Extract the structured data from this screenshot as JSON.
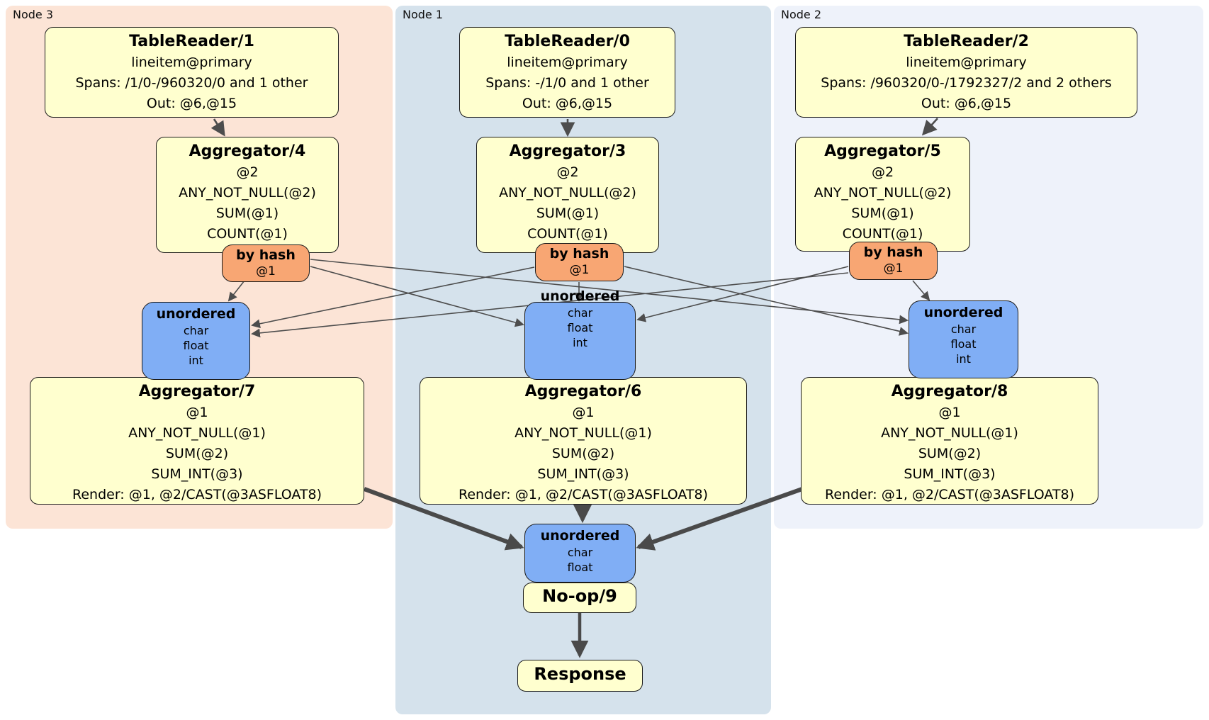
{
  "regions": {
    "node3": {
      "label": "Node 3"
    },
    "node1": {
      "label": "Node 1"
    },
    "node2": {
      "label": "Node 2"
    }
  },
  "processors": {
    "tablereader1": {
      "title": "TableReader/1",
      "lines": [
        "lineitem@primary",
        "Spans: /1/0-/960320/0 and 1 other",
        "Out: @6,@15"
      ]
    },
    "tablereader0": {
      "title": "TableReader/0",
      "lines": [
        "lineitem@primary",
        "Spans: -/1/0 and 1 other",
        "Out: @6,@15"
      ]
    },
    "tablereader2": {
      "title": "TableReader/2",
      "lines": [
        "lineitem@primary",
        "Spans: /960320/0-/1792327/2 and 2 others",
        "Out: @6,@15"
      ]
    },
    "aggregator4": {
      "title": "Aggregator/4",
      "lines": [
        "@2",
        "ANY_NOT_NULL(@2)",
        "SUM(@1)",
        "COUNT(@1)"
      ]
    },
    "aggregator3": {
      "title": "Aggregator/3",
      "lines": [
        "@2",
        "ANY_NOT_NULL(@2)",
        "SUM(@1)",
        "COUNT(@1)"
      ]
    },
    "aggregator5": {
      "title": "Aggregator/5",
      "lines": [
        "@2",
        "ANY_NOT_NULL(@2)",
        "SUM(@1)",
        "COUNT(@1)"
      ]
    },
    "aggregator7": {
      "title": "Aggregator/7",
      "lines": [
        "@1",
        "ANY_NOT_NULL(@1)",
        "SUM(@2)",
        "SUM_INT(@3)",
        "Render: @1, @2/CAST(@3ASFLOAT8)"
      ]
    },
    "aggregator6": {
      "title": "Aggregator/6",
      "lines": [
        "@1",
        "ANY_NOT_NULL(@1)",
        "SUM(@2)",
        "SUM_INT(@3)",
        "Render: @1, @2/CAST(@3ASFLOAT8)"
      ]
    },
    "aggregator8": {
      "title": "Aggregator/8",
      "lines": [
        "@1",
        "ANY_NOT_NULL(@1)",
        "SUM(@2)",
        "SUM_INT(@3)",
        "Render: @1, @2/CAST(@3ASFLOAT8)"
      ]
    },
    "noop9": {
      "title": "No-op/9"
    },
    "response": {
      "title": "Response"
    }
  },
  "routers": {
    "left": {
      "label": "by hash",
      "detail": "@1"
    },
    "center": {
      "label": "by hash",
      "detail": "@1"
    },
    "right": {
      "label": "by hash",
      "detail": "@1"
    }
  },
  "syncs": {
    "left": {
      "label": "unordered",
      "lines": [
        "char",
        "float",
        "int"
      ]
    },
    "center": {
      "label": "unordered",
      "lines": [
        "char",
        "float",
        "int"
      ]
    },
    "right": {
      "label": "unordered",
      "lines": [
        "char",
        "float",
        "int"
      ]
    },
    "bottom": {
      "label": "unordered",
      "lines": [
        "char",
        "float"
      ]
    }
  },
  "colors": {
    "region_node3": "#fce4d6",
    "region_node1": "#d5e2ec",
    "region_node2": "#eef2fa",
    "processor_fill": "#ffffcf",
    "router_fill": "#f8a673",
    "sync_fill": "#80aef5",
    "edge": "#4d4d4d"
  }
}
